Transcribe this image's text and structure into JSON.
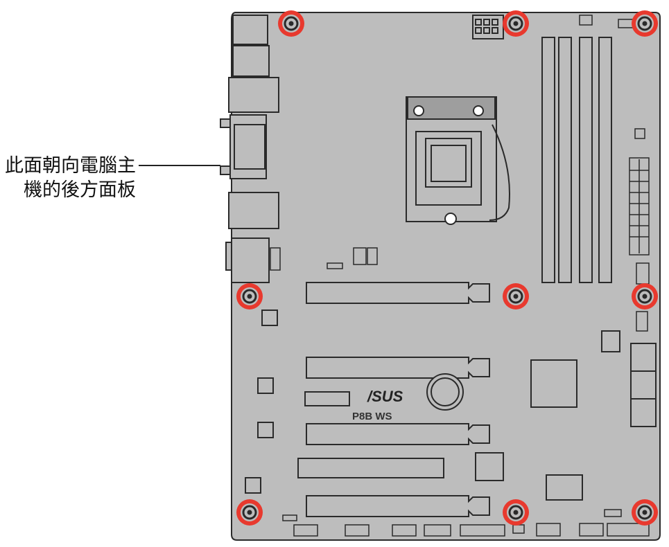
{
  "callout": {
    "line1": "此面朝向電腦主",
    "line2": "機的後方面板"
  },
  "board": {
    "brand": "/SUS",
    "model": "P8B WS"
  },
  "colors": {
    "board_fill": "#bdbdbd",
    "outline": "#2a2a2a",
    "screw_ring": "#e8392e",
    "background": "#ffffff"
  },
  "icons": {
    "mounting_hole": "screw-hole-icon",
    "cpu_socket": "cpu-socket-icon",
    "battery": "cmos-battery-icon"
  },
  "mounting_holes_highlighted": 9
}
